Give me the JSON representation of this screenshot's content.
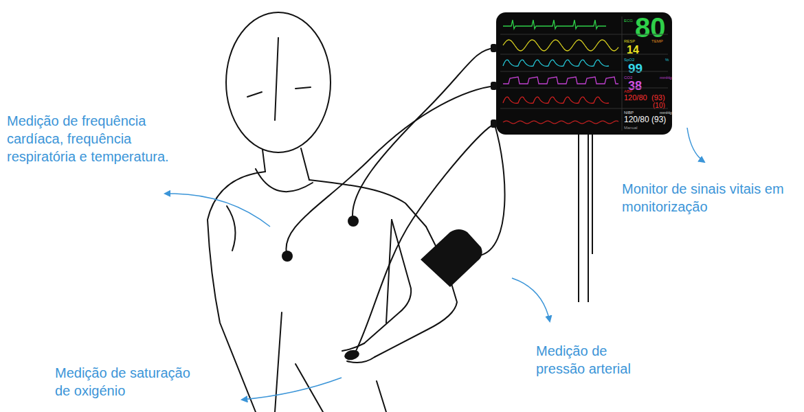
{
  "diagram": {
    "nodes": [
      {
        "text": [
          "ECG",
          "80",
          "RESP",
          "TEMP",
          "14",
          "SpO2",
          "%",
          "99",
          "CO2",
          "mmHg",
          "38",
          "ABP",
          "120/80",
          "(93)",
          "(10)",
          "NIBP",
          "mmHg",
          "120/80",
          "(93)",
          "Manual"
        ]
      }
    ],
    "labels": [
      "Medição de frequência cardíaca, frequência respiratória e temperatura.",
      "Monitor de sinais vitais em monitorização",
      "Medição de pressão arterial",
      "Medição de saturação de oxigénio"
    ]
  }
}
